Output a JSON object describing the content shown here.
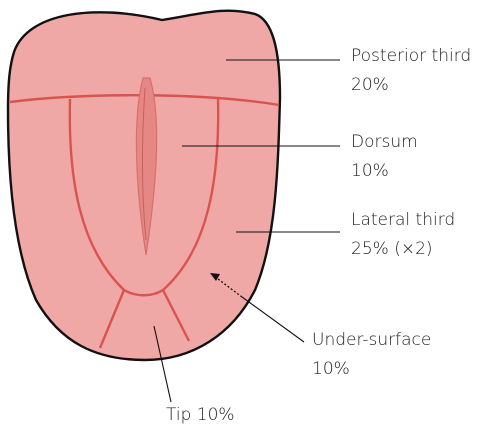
{
  "colors": {
    "tongue_fill": "#F0A8A6",
    "tongue_outline": "#111111",
    "region_lines": "#D9534F",
    "groove": "#D96F6D",
    "leader_lines": "#111111"
  },
  "labels": {
    "posterior": {
      "name": "Posterior third",
      "value": "20%"
    },
    "dorsum": {
      "name": "Dorsum",
      "value": "10%"
    },
    "lateral": {
      "name": "Lateral third",
      "value": "25% (×2)"
    },
    "under": {
      "name": "Under-surface",
      "value": "10%"
    },
    "tip": {
      "name": "Tip 10%"
    }
  }
}
